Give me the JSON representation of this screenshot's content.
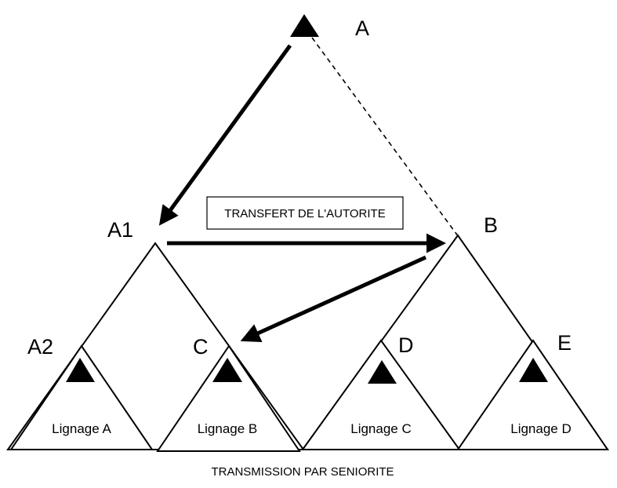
{
  "nodes": {
    "a": "A",
    "a1": "A1",
    "a2": "A2",
    "b": "B",
    "c": "C",
    "d": "D",
    "e": "E"
  },
  "lineages": [
    "Lignage A",
    "Lignage B",
    "Lignage C",
    "Lignage D"
  ],
  "transfer_label": "TRANSFERT DE L'AUTORITE",
  "bottom_caption": "TRANSMISSION PAR SENIORITE",
  "colors": {
    "stroke": "#000000",
    "fill": "#ffffff"
  },
  "relations": [
    {
      "from": "A",
      "to": "A1",
      "style": "solid-arrow"
    },
    {
      "from": "A",
      "to": "B",
      "style": "dashed-line"
    },
    {
      "from": "A1",
      "to": "B",
      "style": "solid-arrow"
    },
    {
      "from": "B",
      "to": "C",
      "style": "solid-arrow"
    }
  ]
}
